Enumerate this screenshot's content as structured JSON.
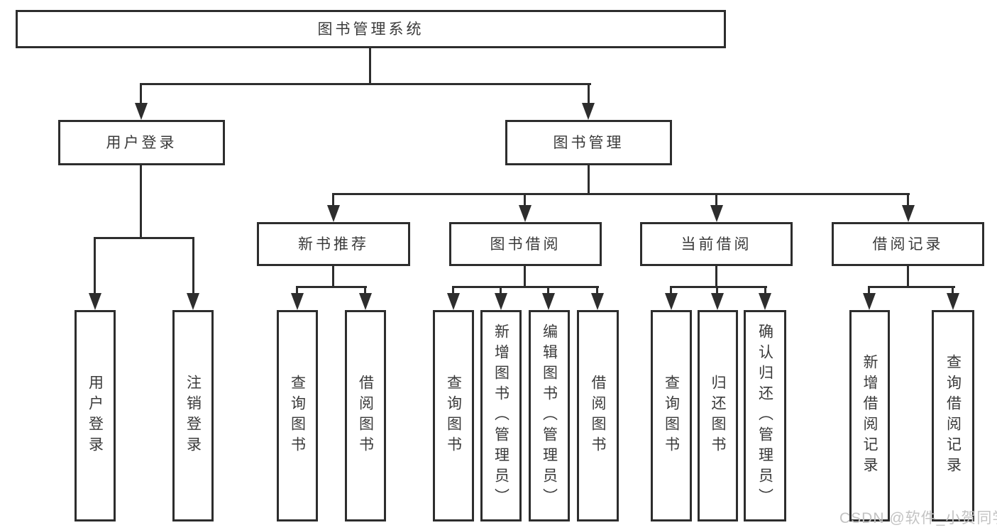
{
  "diagram": {
    "root": {
      "label": "图书管理系统"
    },
    "level2": [
      {
        "label": "用户登录"
      },
      {
        "label": "图书管理"
      }
    ],
    "level3": [
      {
        "label": "新书推荐"
      },
      {
        "label": "图书借阅"
      },
      {
        "label": "当前借阅"
      },
      {
        "label": "借阅记录"
      }
    ],
    "leaves": [
      {
        "label": "用户登录"
      },
      {
        "label": "注销登录"
      },
      {
        "label": "查询图书"
      },
      {
        "label": "借阅图书"
      },
      {
        "label": "查询图书"
      },
      {
        "label": "新增图书（管理员）"
      },
      {
        "label": "编辑图书（管理员）"
      },
      {
        "label": "借阅图书"
      },
      {
        "label": "查询图书"
      },
      {
        "label": "归还图书"
      },
      {
        "label": "确认归还（管理员）"
      },
      {
        "label": "新增借阅记录"
      },
      {
        "label": "查询借阅记录"
      }
    ]
  },
  "watermark": {
    "text": "CSDN @软件_小贺同学"
  },
  "colors": {
    "line": "#2d2d2d",
    "text": "#3a3a3a",
    "watermark": "#c3c3c3",
    "background": "#ffffff"
  }
}
